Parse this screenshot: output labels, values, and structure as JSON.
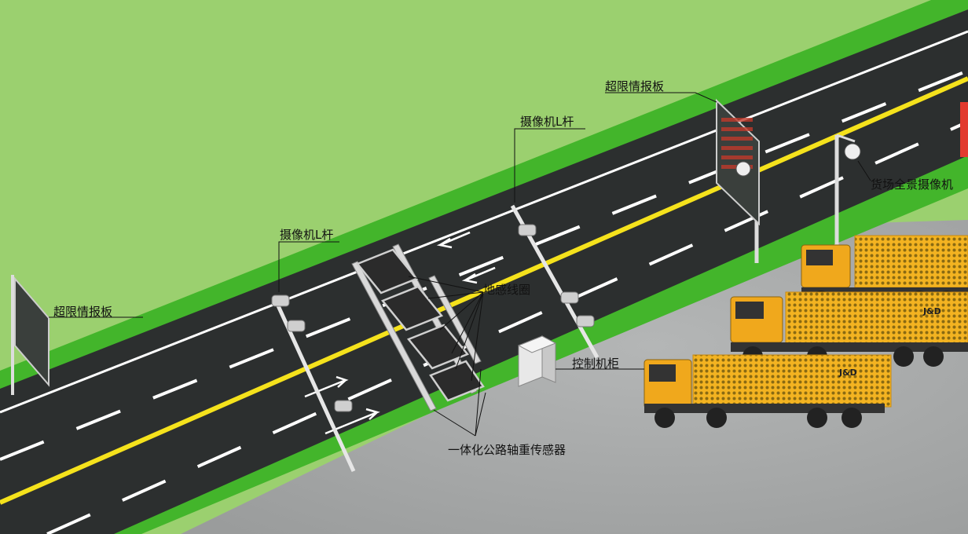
{
  "labels": {
    "board_left": "超限情报板",
    "board_right": "超限情报板",
    "camera_pole_left": "摄像机L杆",
    "camera_pole_right": "摄像机L杆",
    "ground_coil": "地感线圈",
    "axle_sensor": "一体化公路轴重传感器",
    "control_cabinet": "控制机柜",
    "yard_camera": "货场全景摄像机"
  },
  "truck_logo": "J&D",
  "colors": {
    "grass": "#9bd06f",
    "grass_strip": "#43b52b",
    "road": "#2c2f2f",
    "center_line": "#f5e21c",
    "lane_marking": "#ffffff",
    "yard": "#a9abab",
    "truck_body": "#f3b321",
    "truck_cab": "#f0a81c",
    "sensor_pad": "#3a3a3a",
    "sign_face": "#3a3f3c",
    "led_red": "#c0392b"
  }
}
